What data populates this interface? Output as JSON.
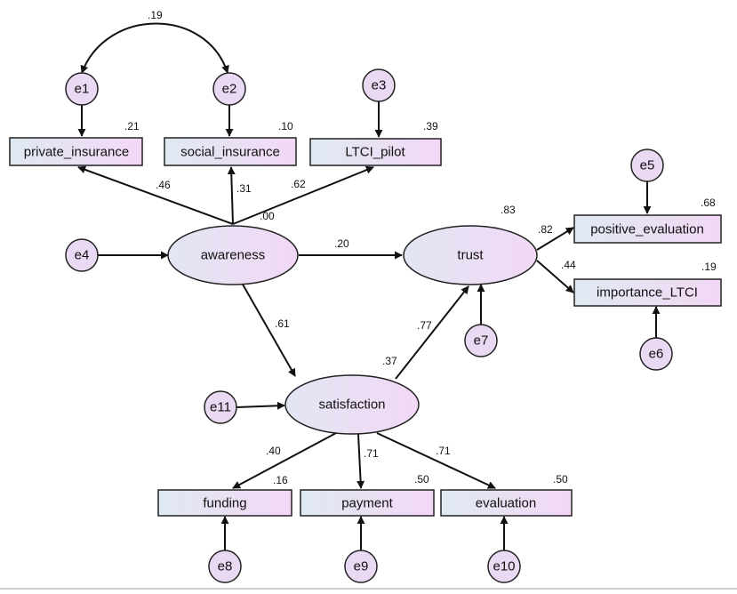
{
  "nodes": {
    "private_insurance": "private_insurance",
    "social_insurance": "social_insurance",
    "ltci_pilot": "LTCI_pilot",
    "positive_evaluation": "positive_evaluation",
    "importance_ltci": "importance_LTCI",
    "funding": "funding",
    "payment": "payment",
    "evaluation": "evaluation",
    "awareness": "awareness",
    "trust": "trust",
    "satisfaction": "satisfaction"
  },
  "errors": {
    "e1": "e1",
    "e2": "e2",
    "e3": "e3",
    "e4": "e4",
    "e5": "e5",
    "e6": "e6",
    "e7": "e7",
    "e8": "e8",
    "e9": "e9",
    "e10": "e10",
    "e11": "e11"
  },
  "r2": {
    "private_insurance": ".21",
    "social_insurance": ".10",
    "ltci_pilot": ".39",
    "positive_evaluation": ".68",
    "importance_ltci": ".19",
    "funding": ".16",
    "payment": ".50",
    "evaluation": ".50",
    "awareness": ".00",
    "trust": ".83",
    "satisfaction": ".37"
  },
  "paths": {
    "awareness_private_insurance": ".46",
    "awareness_social_insurance": ".31",
    "awareness_ltci_pilot": ".62",
    "awareness_trust": ".20",
    "awareness_satisfaction": ".61",
    "satisfaction_trust": ".77",
    "trust_positive_evaluation": ".82",
    "trust_importance_ltci": ".44",
    "satisfaction_funding": ".40",
    "satisfaction_payment": ".71",
    "satisfaction_evaluation": ".71",
    "e1_e2_covariance": ".19"
  },
  "colors": {
    "box_fill_start": "#dfe9f2",
    "box_fill_end": "#f0d6f5",
    "error_fill": "#e9d9f2",
    "line": "#111111"
  }
}
